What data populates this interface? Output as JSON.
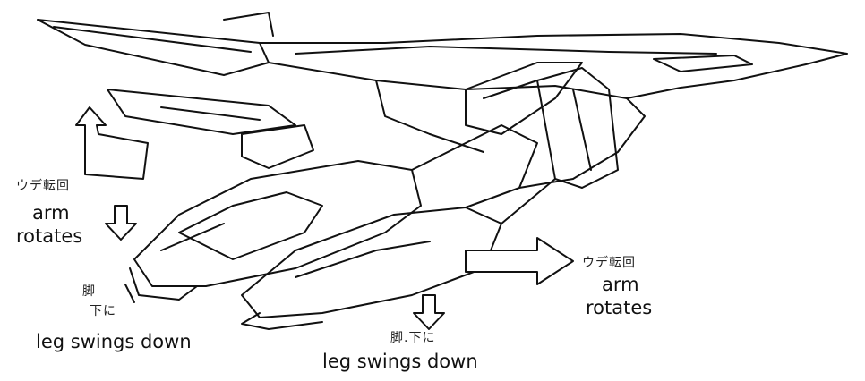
{
  "annotations": {
    "left_arm": {
      "jp": "ウデ転回",
      "en_line1": "arm",
      "en_line2": "rotates"
    },
    "right_arm": {
      "jp": "ウデ転回",
      "en_line1": "arm",
      "en_line2": "rotates"
    },
    "left_leg": {
      "jp_line1": "脚",
      "jp_line2": "下に",
      "en": "leg swings down"
    },
    "bottom_leg": {
      "jp": "脚.下に",
      "en": "leg swings down"
    }
  },
  "colors": {
    "ink": "#111111",
    "paper": "#ffffff"
  }
}
